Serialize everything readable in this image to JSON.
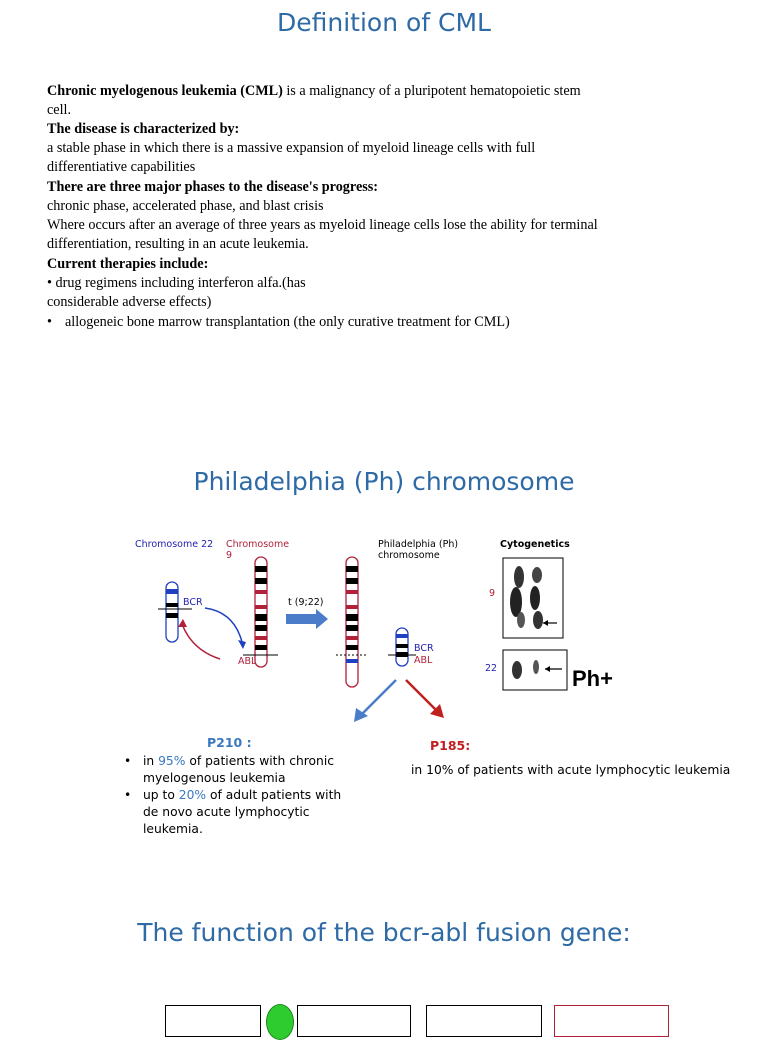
{
  "section1": {
    "title": "Definition of CML",
    "lines": [
      {
        "bold": "Chronic myelogenous leukemia (CML)",
        "text": " is a malignancy of a pluripotent hematopoietic stem"
      },
      {
        "bold": "",
        "text": "cell."
      },
      {
        "bold": "The disease is characterized by:",
        "text": ""
      },
      {
        "bold": "",
        "text": " a stable phase in which there is a massive expansion of myeloid lineage cells with full"
      },
      {
        "bold": "",
        "text": "differentiative capabilities"
      },
      {
        "bold": "There are three major phases to the disease's progress:",
        "text": ""
      },
      {
        "bold": "",
        "text": "chronic phase, accelerated phase, and blast crisis"
      },
      {
        "bold": "",
        "text": "Where occurs after an average of three years as myeloid lineage cells lose the ability for terminal"
      },
      {
        "bold": "",
        "text": "differentiation, resulting in an acute leukemia."
      },
      {
        "bold": "Current therapies include:",
        "text": ""
      }
    ],
    "bullets": [
      {
        "symbol": "•",
        "text": " drug regimens including interferon alfa.(has",
        "cont": "considerable adverse effects)"
      },
      {
        "symbol": "•",
        "text": "allogeneic bone marrow transplantation (the only curative treatment for CML)",
        "cont": ""
      }
    ]
  },
  "section2": {
    "title": "Philadelphia (Ph) chromosome",
    "labels": {
      "chr22": "Chromosome 22",
      "chr9_a": "Chromosome",
      "chr9_b": "9",
      "bcr": "BCR",
      "abl": "ABL",
      "translocation": "t (9;22)",
      "ph_a": "Philadelphia (Ph)",
      "ph_b": "chromosome",
      "bcr2": "BCR",
      "abl2": "ABL",
      "cytogenetics": "Cytogenetics",
      "n9": "9",
      "n22": "22",
      "ph_plus": "Ph+"
    },
    "p210": {
      "title": "P210 :",
      "items": [
        {
          "pre": "in ",
          "hl": "95%",
          "post": " of patients with chronic",
          "cont": "myelogenous leukemia"
        },
        {
          "pre": "up to ",
          "hl": "20%",
          "post": " of adult patients with",
          "cont": "de novo acute lymphocytic",
          "cont2": "leukemia."
        }
      ]
    },
    "p185": {
      "title": "P185:",
      "text": "in 10% of patients with acute lymphocytic leukemia"
    }
  },
  "section3": {
    "title": "The function of the bcr-abl fusion gene:"
  },
  "colors": {
    "title_blue": "#2e6aa5",
    "label_blue": "#1f1fb0",
    "label_red": "#b0213a",
    "highlight_blue": "#3a78c2",
    "green_dot": "#2ecc2e"
  }
}
